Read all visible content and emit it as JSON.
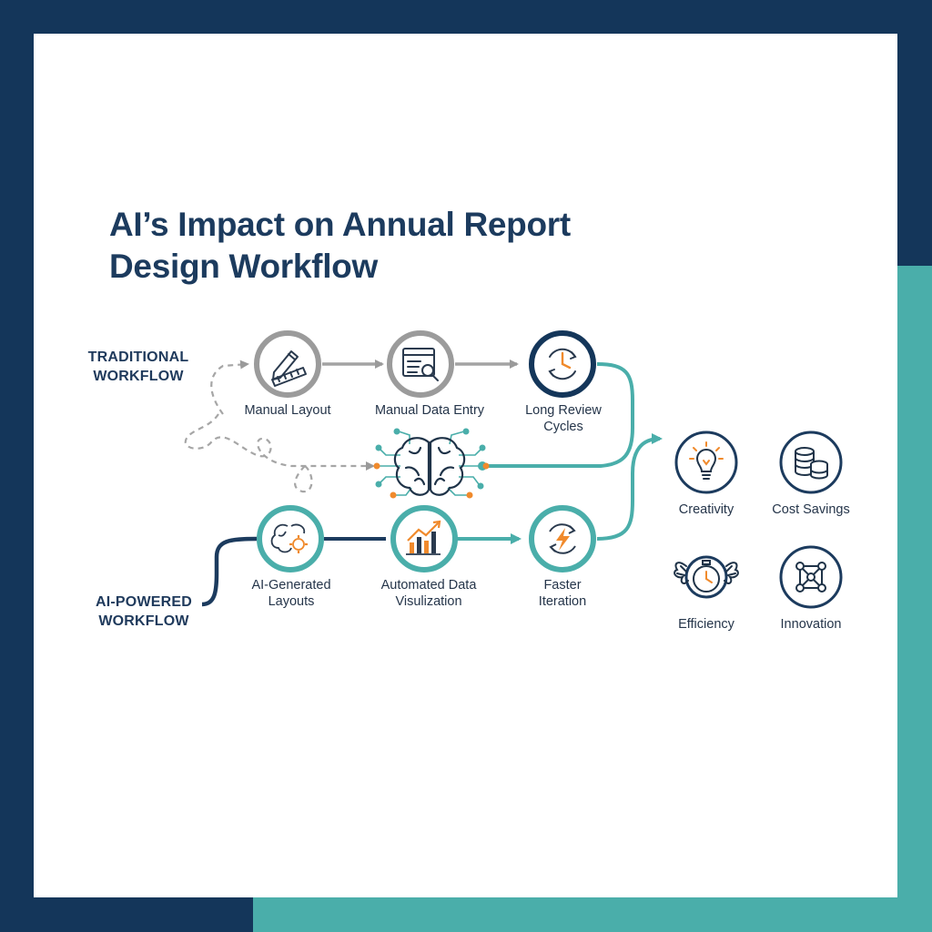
{
  "title": {
    "line1": "AI’s Impact on Annual Report",
    "line2": "Design Workflow"
  },
  "traditional": {
    "label_line1": "TRADITIONAL",
    "label_line2": "WORKFLOW",
    "steps": [
      {
        "line1": "Manual Layout",
        "line2": "",
        "icon": "pencil-ruler-icon"
      },
      {
        "line1": "Manual Data Entry",
        "line2": "",
        "icon": "document-magnifier-icon"
      },
      {
        "line1": "Long Review",
        "line2": "Cycles",
        "icon": "clock-cycle-icon"
      }
    ]
  },
  "ai": {
    "label_line1": "AI-POWERED",
    "label_line2": "WORKFLOW",
    "hub_icon": "brain-circuit-icon",
    "steps": [
      {
        "line1": "AI-Generated",
        "line2": "Layouts",
        "icon": "brain-gear-icon"
      },
      {
        "line1": "Automated Data",
        "line2": "Visulization",
        "icon": "bar-chart-trend-icon"
      },
      {
        "line1": "Faster",
        "line2": "Iteration",
        "icon": "lightning-cycle-icon"
      }
    ]
  },
  "benefits": [
    {
      "label": "Creativity",
      "icon": "lightbulb-icon"
    },
    {
      "label": "Cost Savings",
      "icon": "coin-stack-icon"
    },
    {
      "label": "Efficiency",
      "icon": "winged-stopwatch-icon"
    },
    {
      "label": "Innovation",
      "icon": "network-nodes-icon"
    }
  ],
  "colors": {
    "navy": "#14365a",
    "teal": "#4aaeaa",
    "gray": "#9a9a9a",
    "orange": "#f08a2c"
  }
}
